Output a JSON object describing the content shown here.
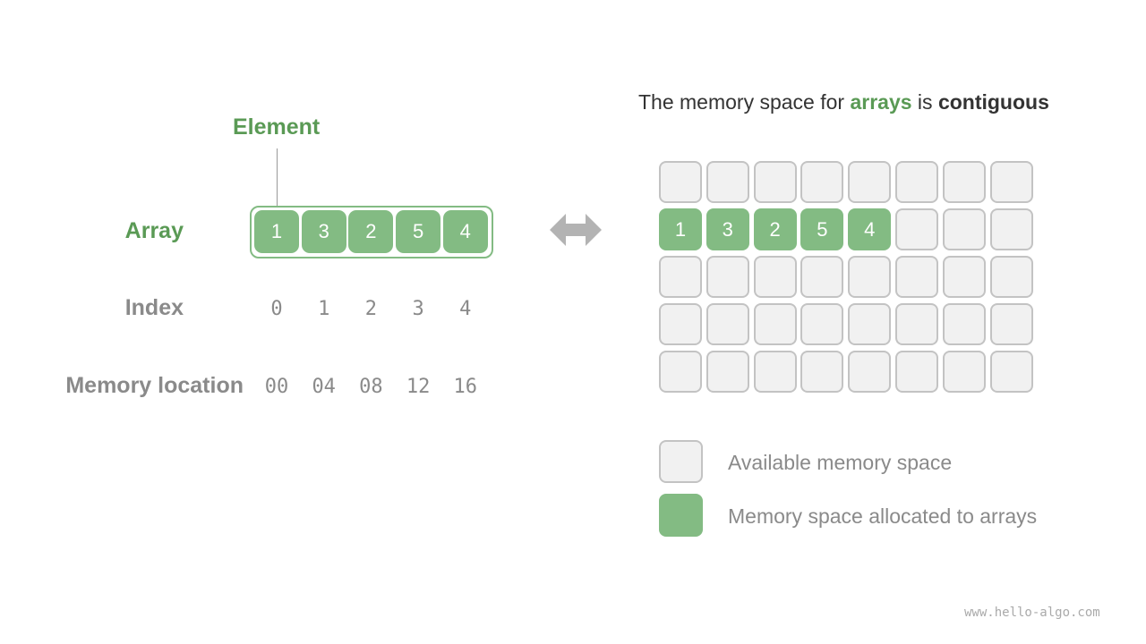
{
  "left": {
    "element_label": "Element",
    "array_label": "Array",
    "index_label": "Index",
    "memory_label": "Memory location",
    "values": [
      "1",
      "3",
      "2",
      "5",
      "4"
    ],
    "indices": [
      "0",
      "1",
      "2",
      "3",
      "4"
    ],
    "addresses": [
      "00",
      "04",
      "08",
      "12",
      "16"
    ]
  },
  "right": {
    "title_parts": [
      "The memory space for ",
      "arrays",
      " is ",
      "contiguous"
    ],
    "grid_rows": 5,
    "grid_cols": 8,
    "allocated_row": 2,
    "legend": [
      {
        "label": "Available memory space",
        "color": "#f1f1f1"
      },
      {
        "label": "Memory space allocated to arrays",
        "color": "#83bb83"
      }
    ]
  },
  "colors": {
    "accent": "#5a9a55",
    "cell": "#83bb83",
    "free": "#f1f1f1",
    "arrow": "#b3b3b3"
  },
  "watermark": "www.hello-algo.com"
}
